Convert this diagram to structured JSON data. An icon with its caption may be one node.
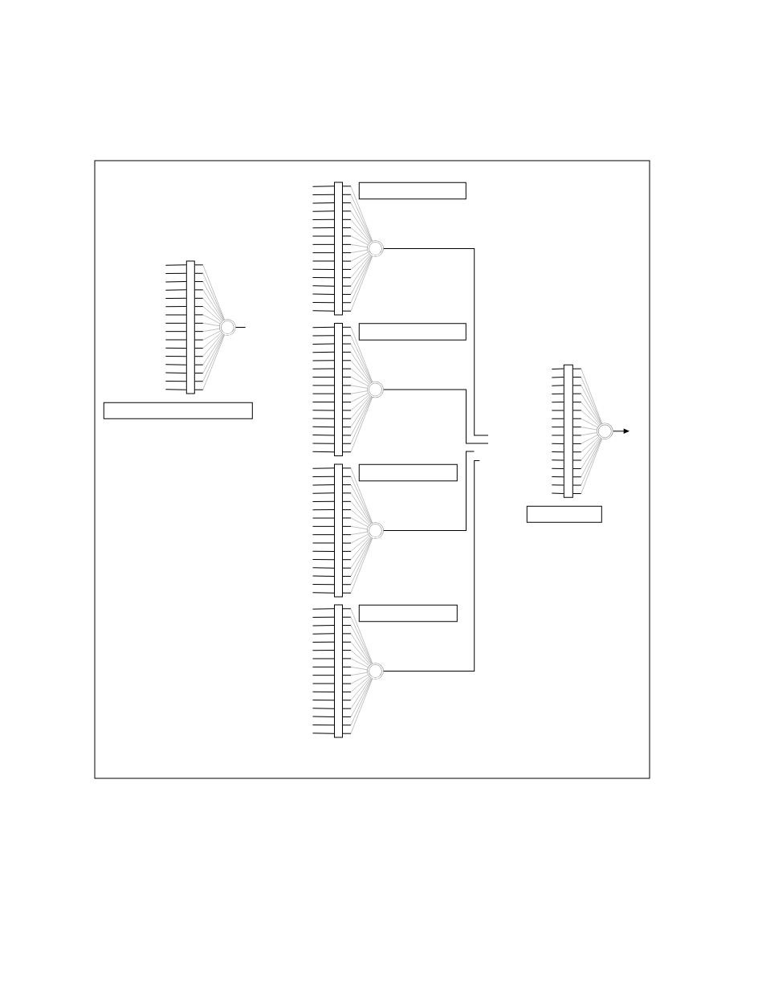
{
  "diagram": {
    "nodes": [
      {
        "text": [],
        "shape": "bar"
      },
      {
        "text": [],
        "shape": "circle"
      },
      {
        "text": [],
        "shape": "box"
      },
      {
        "text": [],
        "shape": "bar"
      },
      {
        "text": [],
        "shape": "circle"
      },
      {
        "text": [],
        "shape": "box"
      },
      {
        "text": [],
        "shape": "bar"
      },
      {
        "text": [],
        "shape": "circle"
      },
      {
        "text": [],
        "shape": "box"
      },
      {
        "text": [],
        "shape": "bar"
      },
      {
        "text": [],
        "shape": "circle"
      },
      {
        "text": [],
        "shape": "box"
      },
      {
        "text": [],
        "shape": "bar"
      },
      {
        "text": [],
        "shape": "circle"
      },
      {
        "text": [],
        "shape": "box"
      },
      {
        "text": [],
        "shape": "bar"
      },
      {
        "text": [],
        "shape": "circle"
      },
      {
        "text": [],
        "shape": "box"
      }
    ],
    "edges": [
      {
        "from": null,
        "to": 0,
        "arrow": "none"
      },
      {
        "from": null,
        "to": 0,
        "arrow": "none"
      },
      {
        "from": null,
        "to": 0,
        "arrow": "none"
      },
      {
        "from": null,
        "to": 0,
        "arrow": "none"
      },
      {
        "from": null,
        "to": 0,
        "arrow": "none"
      },
      {
        "from": null,
        "to": 0,
        "arrow": "none"
      },
      {
        "from": null,
        "to": 0,
        "arrow": "none"
      },
      {
        "from": null,
        "to": 0,
        "arrow": "none"
      },
      {
        "from": null,
        "to": 0,
        "arrow": "none"
      },
      {
        "from": null,
        "to": 0,
        "arrow": "none"
      },
      {
        "from": null,
        "to": 0,
        "arrow": "none"
      },
      {
        "from": null,
        "to": 0,
        "arrow": "none"
      },
      {
        "from": null,
        "to": 0,
        "arrow": "none"
      },
      {
        "from": null,
        "to": 0,
        "arrow": "none"
      },
      {
        "from": null,
        "to": 0,
        "arrow": "none"
      },
      {
        "from": null,
        "to": 0,
        "arrow": "none"
      },
      {
        "from": 0,
        "to": 1,
        "arrow": "none",
        "color": "#999999"
      },
      {
        "from": 0,
        "to": 1,
        "arrow": "none",
        "color": "#999999"
      },
      {
        "from": 0,
        "to": 1,
        "arrow": "none",
        "color": "#999999"
      },
      {
        "from": 0,
        "to": 1,
        "arrow": "none",
        "color": "#999999"
      },
      {
        "from": 0,
        "to": 1,
        "arrow": "none",
        "color": "#999999"
      },
      {
        "from": 0,
        "to": 1,
        "arrow": "none",
        "color": "#999999"
      },
      {
        "from": 0,
        "to": 1,
        "arrow": "none",
        "color": "#999999"
      },
      {
        "from": 0,
        "to": 1,
        "arrow": "none",
        "color": "#999999"
      },
      {
        "from": 0,
        "to": 1,
        "arrow": "none",
        "color": "#999999"
      },
      {
        "from": 0,
        "to": 1,
        "arrow": "none",
        "color": "#999999"
      },
      {
        "from": 0,
        "to": 1,
        "arrow": "none",
        "color": "#999999"
      },
      {
        "from": 0,
        "to": 1,
        "arrow": "none",
        "color": "#999999"
      },
      {
        "from": 0,
        "to": 1,
        "arrow": "none",
        "color": "#999999"
      },
      {
        "from": 0,
        "to": 1,
        "arrow": "none",
        "color": "#999999"
      },
      {
        "from": 0,
        "to": 1,
        "arrow": "none",
        "color": "#999999"
      },
      {
        "from": 0,
        "to": 1,
        "arrow": "none",
        "color": "#999999"
      },
      {
        "from": 1,
        "to": null,
        "arrow": "none"
      },
      {
        "from": null,
        "to": 3,
        "arrow": "none"
      },
      {
        "from": null,
        "to": 3,
        "arrow": "none"
      },
      {
        "from": null,
        "to": 3,
        "arrow": "none"
      },
      {
        "from": null,
        "to": 3,
        "arrow": "none"
      },
      {
        "from": null,
        "to": 3,
        "arrow": "none"
      },
      {
        "from": null,
        "to": 3,
        "arrow": "none"
      },
      {
        "from": null,
        "to": 3,
        "arrow": "none"
      },
      {
        "from": null,
        "to": 3,
        "arrow": "none"
      },
      {
        "from": null,
        "to": 3,
        "arrow": "none"
      },
      {
        "from": null,
        "to": 3,
        "arrow": "none"
      },
      {
        "from": null,
        "to": 3,
        "arrow": "none"
      },
      {
        "from": null,
        "to": 3,
        "arrow": "none"
      },
      {
        "from": null,
        "to": 3,
        "arrow": "none"
      },
      {
        "from": null,
        "to": 3,
        "arrow": "none"
      },
      {
        "from": null,
        "to": 3,
        "arrow": "none"
      },
      {
        "from": null,
        "to": 3,
        "arrow": "none"
      },
      {
        "from": 3,
        "to": 4,
        "arrow": "none",
        "color": "#999999"
      },
      {
        "from": 3,
        "to": 4,
        "arrow": "none",
        "color": "#999999"
      },
      {
        "from": 3,
        "to": 4,
        "arrow": "none",
        "color": "#999999"
      },
      {
        "from": 3,
        "to": 4,
        "arrow": "none",
        "color": "#999999"
      },
      {
        "from": 3,
        "to": 4,
        "arrow": "none",
        "color": "#999999"
      },
      {
        "from": 3,
        "to": 4,
        "arrow": "none",
        "color": "#999999"
      },
      {
        "from": 3,
        "to": 4,
        "arrow": "none",
        "color": "#999999"
      },
      {
        "from": 3,
        "to": 4,
        "arrow": "none",
        "color": "#999999"
      },
      {
        "from": 3,
        "to": 4,
        "arrow": "none",
        "color": "#999999"
      },
      {
        "from": 3,
        "to": 4,
        "arrow": "none",
        "color": "#999999"
      },
      {
        "from": 3,
        "to": 4,
        "arrow": "none",
        "color": "#999999"
      },
      {
        "from": 3,
        "to": 4,
        "arrow": "none",
        "color": "#999999"
      },
      {
        "from": 3,
        "to": 4,
        "arrow": "none",
        "color": "#999999"
      },
      {
        "from": 3,
        "to": 4,
        "arrow": "none",
        "color": "#999999"
      },
      {
        "from": 3,
        "to": 4,
        "arrow": "none",
        "color": "#999999"
      },
      {
        "from": 3,
        "to": 4,
        "arrow": "none",
        "color": "#999999"
      },
      {
        "from": 4,
        "to": null,
        "arrow": "none"
      },
      {
        "from": null,
        "to": 6,
        "arrow": "none"
      },
      {
        "from": null,
        "to": 6,
        "arrow": "none"
      },
      {
        "from": null,
        "to": 6,
        "arrow": "none"
      },
      {
        "from": null,
        "to": 6,
        "arrow": "none"
      },
      {
        "from": null,
        "to": 6,
        "arrow": "none"
      },
      {
        "from": null,
        "to": 6,
        "arrow": "none"
      },
      {
        "from": null,
        "to": 6,
        "arrow": "none"
      },
      {
        "from": null,
        "to": 6,
        "arrow": "none"
      },
      {
        "from": null,
        "to": 6,
        "arrow": "none"
      },
      {
        "from": null,
        "to": 6,
        "arrow": "none"
      },
      {
        "from": null,
        "to": 6,
        "arrow": "none"
      },
      {
        "from": null,
        "to": 6,
        "arrow": "none"
      },
      {
        "from": null,
        "to": 6,
        "arrow": "none"
      },
      {
        "from": null,
        "to": 6,
        "arrow": "none"
      },
      {
        "from": null,
        "to": 6,
        "arrow": "none"
      },
      {
        "from": null,
        "to": 6,
        "arrow": "none"
      },
      {
        "from": 6,
        "to": 7,
        "arrow": "none",
        "color": "#999999"
      },
      {
        "from": 6,
        "to": 7,
        "arrow": "none",
        "color": "#999999"
      },
      {
        "from": 6,
        "to": 7,
        "arrow": "none",
        "color": "#999999"
      },
      {
        "from": 6,
        "to": 7,
        "arrow": "none",
        "color": "#999999"
      },
      {
        "from": 6,
        "to": 7,
        "arrow": "none",
        "color": "#999999"
      },
      {
        "from": 6,
        "to": 7,
        "arrow": "none",
        "color": "#999999"
      },
      {
        "from": 6,
        "to": 7,
        "arrow": "none",
        "color": "#999999"
      },
      {
        "from": 6,
        "to": 7,
        "arrow": "none",
        "color": "#999999"
      },
      {
        "from": 6,
        "to": 7,
        "arrow": "none",
        "color": "#999999"
      },
      {
        "from": 6,
        "to": 7,
        "arrow": "none",
        "color": "#999999"
      },
      {
        "from": 6,
        "to": 7,
        "arrow": "none",
        "color": "#999999"
      },
      {
        "from": 6,
        "to": 7,
        "arrow": "none",
        "color": "#999999"
      },
      {
        "from": 6,
        "to": 7,
        "arrow": "none",
        "color": "#999999"
      },
      {
        "from": 6,
        "to": 7,
        "arrow": "none",
        "color": "#999999"
      },
      {
        "from": 6,
        "to": 7,
        "arrow": "none",
        "color": "#999999"
      },
      {
        "from": 6,
        "to": 7,
        "arrow": "none",
        "color": "#999999"
      },
      {
        "from": 7,
        "to": null,
        "arrow": "none"
      },
      {
        "from": null,
        "to": 9,
        "arrow": "none"
      },
      {
        "from": null,
        "to": 9,
        "arrow": "none"
      },
      {
        "from": null,
        "to": 9,
        "arrow": "none"
      },
      {
        "from": null,
        "to": 9,
        "arrow": "none"
      },
      {
        "from": null,
        "to": 9,
        "arrow": "none"
      },
      {
        "from": null,
        "to": 9,
        "arrow": "none"
      },
      {
        "from": null,
        "to": 9,
        "arrow": "none"
      },
      {
        "from": null,
        "to": 9,
        "arrow": "none"
      },
      {
        "from": null,
        "to": 9,
        "arrow": "none"
      },
      {
        "from": null,
        "to": 9,
        "arrow": "none"
      },
      {
        "from": null,
        "to": 9,
        "arrow": "none"
      },
      {
        "from": null,
        "to": 9,
        "arrow": "none"
      },
      {
        "from": null,
        "to": 9,
        "arrow": "none"
      },
      {
        "from": null,
        "to": 9,
        "arrow": "none"
      },
      {
        "from": null,
        "to": 9,
        "arrow": "none"
      },
      {
        "from": null,
        "to": 9,
        "arrow": "none"
      },
      {
        "from": 9,
        "to": 10,
        "arrow": "none",
        "color": "#999999"
      },
      {
        "from": 9,
        "to": 10,
        "arrow": "none",
        "color": "#999999"
      },
      {
        "from": 9,
        "to": 10,
        "arrow": "none",
        "color": "#999999"
      },
      {
        "from": 9,
        "to": 10,
        "arrow": "none",
        "color": "#999999"
      },
      {
        "from": 9,
        "to": 10,
        "arrow": "none",
        "color": "#999999"
      },
      {
        "from": 9,
        "to": 10,
        "arrow": "none",
        "color": "#999999"
      },
      {
        "from": 9,
        "to": 10,
        "arrow": "none",
        "color": "#999999"
      },
      {
        "from": 9,
        "to": 10,
        "arrow": "none",
        "color": "#999999"
      },
      {
        "from": 9,
        "to": 10,
        "arrow": "none",
        "color": "#999999"
      },
      {
        "from": 9,
        "to": 10,
        "arrow": "none",
        "color": "#999999"
      },
      {
        "from": 9,
        "to": 10,
        "arrow": "none",
        "color": "#999999"
      },
      {
        "from": 9,
        "to": 10,
        "arrow": "none",
        "color": "#999999"
      },
      {
        "from": 9,
        "to": 10,
        "arrow": "none",
        "color": "#999999"
      },
      {
        "from": 9,
        "to": 10,
        "arrow": "none",
        "color": "#999999"
      },
      {
        "from": 9,
        "to": 10,
        "arrow": "none",
        "color": "#999999"
      },
      {
        "from": 9,
        "to": 10,
        "arrow": "none",
        "color": "#999999"
      },
      {
        "from": 10,
        "to": null,
        "arrow": "none"
      },
      {
        "from": null,
        "to": 12,
        "arrow": "none"
      },
      {
        "from": null,
        "to": 12,
        "arrow": "none"
      },
      {
        "from": null,
        "to": 12,
        "arrow": "none"
      },
      {
        "from": null,
        "to": 12,
        "arrow": "none"
      },
      {
        "from": null,
        "to": 12,
        "arrow": "none"
      },
      {
        "from": null,
        "to": 12,
        "arrow": "none"
      },
      {
        "from": null,
        "to": 12,
        "arrow": "none"
      },
      {
        "from": null,
        "to": 12,
        "arrow": "none"
      },
      {
        "from": null,
        "to": 12,
        "arrow": "none"
      },
      {
        "from": null,
        "to": 12,
        "arrow": "none"
      },
      {
        "from": null,
        "to": 12,
        "arrow": "none"
      },
      {
        "from": null,
        "to": 12,
        "arrow": "none"
      },
      {
        "from": null,
        "to": 12,
        "arrow": "none"
      },
      {
        "from": null,
        "to": 12,
        "arrow": "none"
      },
      {
        "from": null,
        "to": 12,
        "arrow": "none"
      },
      {
        "from": null,
        "to": 12,
        "arrow": "none"
      },
      {
        "from": 12,
        "to": 13,
        "arrow": "none",
        "color": "#999999"
      },
      {
        "from": 12,
        "to": 13,
        "arrow": "none",
        "color": "#999999"
      },
      {
        "from": 12,
        "to": 13,
        "arrow": "none",
        "color": "#999999"
      },
      {
        "from": 12,
        "to": 13,
        "arrow": "none",
        "color": "#999999"
      },
      {
        "from": 12,
        "to": 13,
        "arrow": "none",
        "color": "#999999"
      },
      {
        "from": 12,
        "to": 13,
        "arrow": "none",
        "color": "#999999"
      },
      {
        "from": 12,
        "to": 13,
        "arrow": "none",
        "color": "#999999"
      },
      {
        "from": 12,
        "to": 13,
        "arrow": "none",
        "color": "#999999"
      },
      {
        "from": 12,
        "to": 13,
        "arrow": "none",
        "color": "#999999"
      },
      {
        "from": 12,
        "to": 13,
        "arrow": "none",
        "color": "#999999"
      },
      {
        "from": 12,
        "to": 13,
        "arrow": "none",
        "color": "#999999"
      },
      {
        "from": 12,
        "to": 13,
        "arrow": "none",
        "color": "#999999"
      },
      {
        "from": 12,
        "to": 13,
        "arrow": "none",
        "color": "#999999"
      },
      {
        "from": 12,
        "to": 13,
        "arrow": "none",
        "color": "#999999"
      },
      {
        "from": 12,
        "to": 13,
        "arrow": "none",
        "color": "#999999"
      },
      {
        "from": 12,
        "to": 13,
        "arrow": "none",
        "color": "#999999"
      },
      {
        "from": 13,
        "to": null,
        "arrow": "none"
      },
      {
        "from": null,
        "to": 15,
        "arrow": "none"
      },
      {
        "from": null,
        "to": 15,
        "arrow": "none"
      },
      {
        "from": null,
        "to": 15,
        "arrow": "none"
      },
      {
        "from": null,
        "to": 15,
        "arrow": "none"
      },
      {
        "from": null,
        "to": 15,
        "arrow": "none"
      },
      {
        "from": null,
        "to": 15,
        "arrow": "none"
      },
      {
        "from": null,
        "to": 15,
        "arrow": "none"
      },
      {
        "from": null,
        "to": 15,
        "arrow": "none"
      },
      {
        "from": null,
        "to": 15,
        "arrow": "none"
      },
      {
        "from": null,
        "to": 15,
        "arrow": "none"
      },
      {
        "from": null,
        "to": 15,
        "arrow": "none"
      },
      {
        "from": null,
        "to": 15,
        "arrow": "none"
      },
      {
        "from": null,
        "to": 15,
        "arrow": "none"
      },
      {
        "from": null,
        "to": 15,
        "arrow": "none"
      },
      {
        "from": null,
        "to": 15,
        "arrow": "none"
      },
      {
        "from": null,
        "to": 15,
        "arrow": "none"
      },
      {
        "from": 15,
        "to": 16,
        "arrow": "none",
        "color": "#999999"
      },
      {
        "from": 15,
        "to": 16,
        "arrow": "none",
        "color": "#999999"
      },
      {
        "from": 15,
        "to": 16,
        "arrow": "none",
        "color": "#999999"
      },
      {
        "from": 15,
        "to": 16,
        "arrow": "none",
        "color": "#999999"
      },
      {
        "from": 15,
        "to": 16,
        "arrow": "none",
        "color": "#999999"
      },
      {
        "from": 15,
        "to": 16,
        "arrow": "none",
        "color": "#999999"
      },
      {
        "from": 15,
        "to": 16,
        "arrow": "none",
        "color": "#999999"
      },
      {
        "from": 15,
        "to": 16,
        "arrow": "none",
        "color": "#999999"
      },
      {
        "from": 15,
        "to": 16,
        "arrow": "none",
        "color": "#999999"
      },
      {
        "from": 15,
        "to": 16,
        "arrow": "none",
        "color": "#999999"
      },
      {
        "from": 15,
        "to": 16,
        "arrow": "none",
        "color": "#999999"
      },
      {
        "from": 15,
        "to": 16,
        "arrow": "none",
        "color": "#999999"
      },
      {
        "from": 15,
        "to": 16,
        "arrow": "none",
        "color": "#999999"
      },
      {
        "from": 15,
        "to": 16,
        "arrow": "none",
        "color": "#999999"
      },
      {
        "from": 15,
        "to": 16,
        "arrow": "none",
        "color": "#999999"
      },
      {
        "from": 15,
        "to": 16,
        "arrow": "none",
        "color": "#999999"
      },
      {
        "from": 16,
        "to": null,
        "arrow": "to"
      }
    ]
  }
}
